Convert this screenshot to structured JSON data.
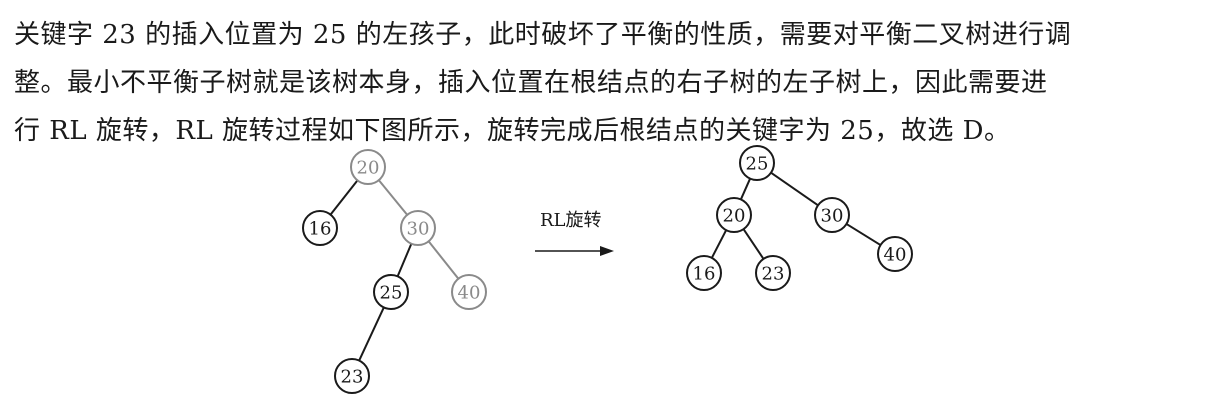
{
  "text": {
    "line1": "关键字 23 的插入位置为 25 的左孩子，此时破坏了平衡的性质，需要对平衡二叉树进行调",
    "line2": "整。最小不平衡子树就是该树本身，插入位置在根结点的右子树的左子树上，因此需要进",
    "line3": "行  RL 旋转，RL 旋转过程如下图所示，旋转完成后根结点的关键字为 25，故选 D。"
  },
  "diagram": {
    "arrow_label": "RL旋转",
    "before": {
      "nodes": [
        {
          "id": "b20",
          "label": "20",
          "faded": true
        },
        {
          "id": "b16",
          "label": "16",
          "faded": false
        },
        {
          "id": "b30",
          "label": "30",
          "faded": true
        },
        {
          "id": "b25",
          "label": "25",
          "faded": false
        },
        {
          "id": "b40",
          "label": "40",
          "faded": true
        },
        {
          "id": "b23",
          "label": "23",
          "faded": false
        }
      ],
      "edges": [
        [
          "b20",
          "b16"
        ],
        [
          "b20",
          "b30"
        ],
        [
          "b30",
          "b25"
        ],
        [
          "b30",
          "b40"
        ],
        [
          "b25",
          "b23"
        ]
      ]
    },
    "after": {
      "nodes": [
        {
          "id": "a25",
          "label": "25",
          "faded": false
        },
        {
          "id": "a20",
          "label": "20",
          "faded": false
        },
        {
          "id": "a30",
          "label": "30",
          "faded": false
        },
        {
          "id": "a16",
          "label": "16",
          "faded": false
        },
        {
          "id": "a23",
          "label": "23",
          "faded": false
        },
        {
          "id": "a40",
          "label": "40",
          "faded": false
        }
      ],
      "edges": [
        [
          "a25",
          "a20"
        ],
        [
          "a25",
          "a30"
        ],
        [
          "a20",
          "a16"
        ],
        [
          "a20",
          "a23"
        ],
        [
          "a30",
          "a40"
        ]
      ]
    },
    "colors": {
      "dark": "#1a1a1a",
      "faded": "#8a8a8a"
    }
  }
}
